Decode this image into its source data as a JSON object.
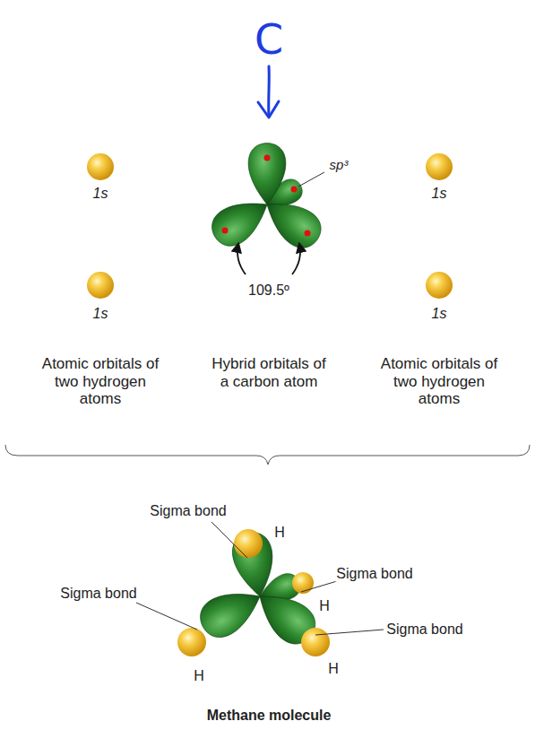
{
  "diagram": {
    "labels": [
      "C",
      "1s",
      "sp³",
      "1s",
      "1s",
      "109.5º",
      "1s",
      "Atomic orbitals of two hydrogen atoms",
      "Hybrid orbitals of a carbon atom",
      "Atomic orbitals of two hydrogen atoms",
      "Sigma bond",
      "H",
      "Sigma bond",
      "Sigma bond",
      "H",
      "Sigma bond",
      "H",
      "H",
      "Methane molecule"
    ]
  }
}
